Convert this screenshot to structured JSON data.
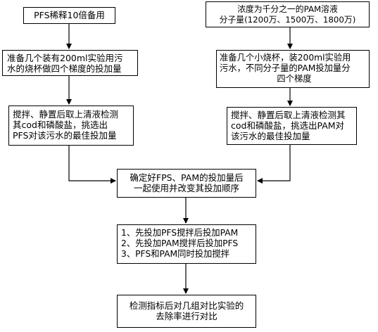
{
  "flowchart": {
    "left": {
      "start": "PFS稀释10倍备用",
      "prepare": [
        "准备几个装有200ml实验用污",
        "水的烧杯做四个梯度的投加量"
      ],
      "measure": [
        "搅拌、静置后取上清液检测",
        "其cod和磷酸盐，挑选出",
        "PFS对该污水的最佳投加量"
      ]
    },
    "right": {
      "start": [
        "浓度为千分之一的PAM溶液",
        "分子量(1200万、1500万、1800万)"
      ],
      "prepare": [
        "准备几个小烧杯，装200ml实验用",
        "污水，不同分子量的PAM投加量分",
        "四个梯度"
      ],
      "measure": [
        "搅拌、静置后取上清液检测其",
        "cod和磷酸盐，挑选出PAM对",
        "该污水的最佳投加量"
      ]
    },
    "merge": [
      "确定好FPS、PAM的投加量后",
      "一起使用并改变其投加顺序"
    ],
    "orders": [
      "1、先投加PFS搅拌后投加PAM",
      "2、先投加PAM搅拌后投加PFS",
      "3、PFS和PAM同时投加搅拌"
    ],
    "final": [
      "检测指标后对几组对比实验的",
      "去除率进行对比"
    ]
  }
}
